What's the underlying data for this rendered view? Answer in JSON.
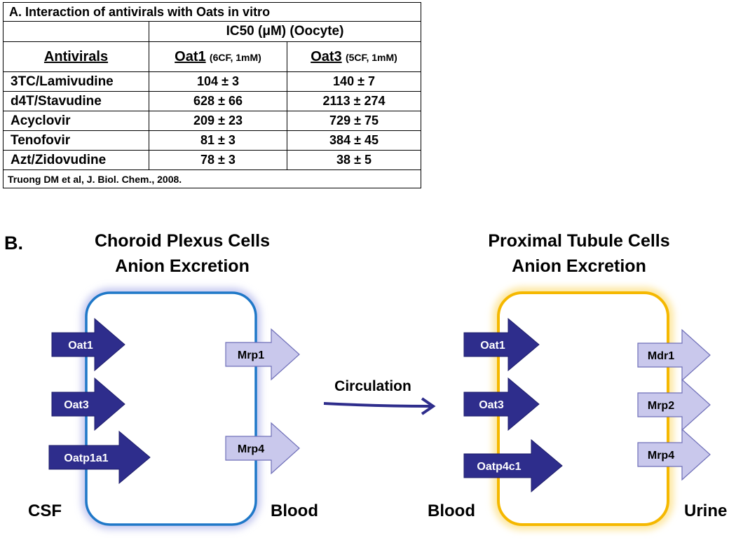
{
  "panel_a": {
    "title": "A. Interaction of antivirals with Oats in vitro",
    "ic50_header": "IC50 (μM) (Oocyte)",
    "col_antivirals": "Antivirals",
    "col_oat1": "Oat1",
    "col_oat1_sub": "(6CF, 1mM)",
    "col_oat3": "Oat3",
    "col_oat3_sub": "(5CF, 1mM)",
    "rows": [
      {
        "name": "3TC/Lamivudine",
        "oat1": "104 ± 3",
        "oat3": "140 ± 7"
      },
      {
        "name": "d4T/Stavudine",
        "oat1": "628 ± 66",
        "oat3": "2113 ± 274"
      },
      {
        "name": "Acyclovir",
        "oat1": "209 ± 23",
        "oat3": "729 ± 75"
      },
      {
        "name": "Tenofovir",
        "oat1": "81 ± 3",
        "oat3": "384 ± 45"
      },
      {
        "name": "Azt/Zidovudine",
        "oat1": "78 ± 3",
        "oat3": "38 ± 5"
      }
    ],
    "citation": "Truong DM et al, J. Biol. Chem., 2008."
  },
  "panel_b": {
    "label": "B.",
    "left_cell": {
      "title_line1": "Choroid Plexus Cells",
      "title_line2": "Anion Excretion",
      "border_color": "#1f78c8",
      "left_side": "CSF",
      "right_side": "Blood",
      "uptake": [
        "Oat1",
        "Oat3",
        "Oatp1a1"
      ],
      "efflux": [
        "Mrp1",
        "Mrp4"
      ]
    },
    "right_cell": {
      "title_line1": "Proximal Tubule Cells",
      "title_line2": "Anion Excretion",
      "border_color": "#f5b800",
      "left_side": "Blood",
      "right_side": "Urine",
      "uptake": [
        "Oat1",
        "Oat3",
        "Oatp4c1"
      ],
      "efflux": [
        "Mdr1",
        "Mrp2",
        "Mrp4"
      ]
    },
    "circulation": "Circulation",
    "uptake_color": "#2e2d8c",
    "efflux_color": "#c9c8ec"
  }
}
